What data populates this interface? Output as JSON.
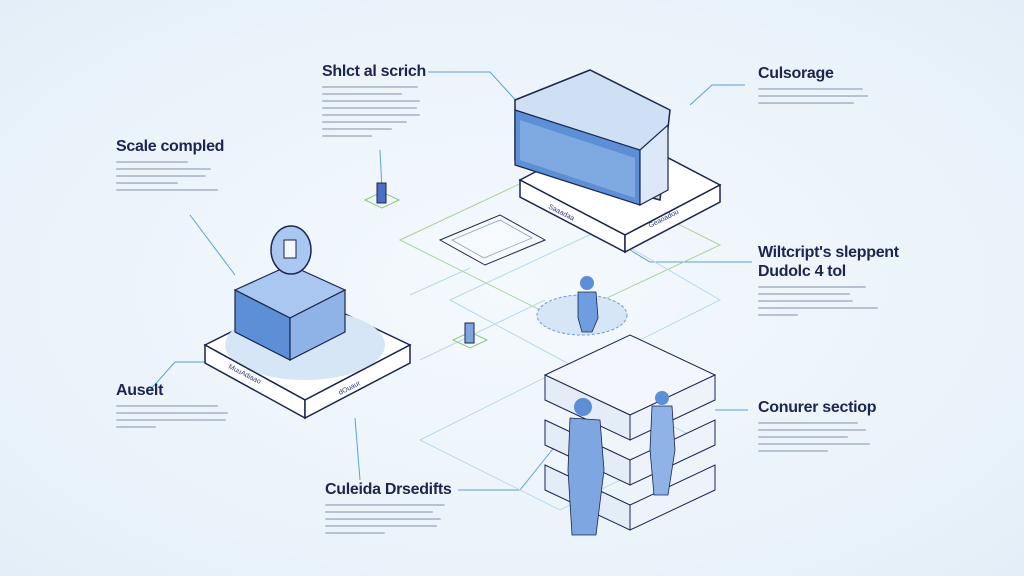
{
  "callouts": [
    {
      "id": "top-center",
      "title": "Shlct al scrich"
    },
    {
      "id": "left-upper",
      "title": "Scale compled"
    },
    {
      "id": "right-upper",
      "title": "Culsorage"
    },
    {
      "id": "right-middle",
      "title": "Wiltcript's sleppent",
      "title2": "Dudolc 4 tol"
    },
    {
      "id": "left-lower",
      "title": "Auselt"
    },
    {
      "id": "bottom-center",
      "title": "Culeida Drsedifts"
    },
    {
      "id": "right-lower",
      "title": "Conurer sectiop"
    }
  ],
  "device_labels": {
    "left_platform_a": "MuuAdiaao",
    "left_platform_b": "dOuaur",
    "top_platform_a": "Saaadaa",
    "top_platform_b": "Geaoadou"
  },
  "colors": {
    "accent": "#4a86e8",
    "ink": "#1b2550",
    "line": "#5aa0d8",
    "green": "#8cc97a"
  }
}
